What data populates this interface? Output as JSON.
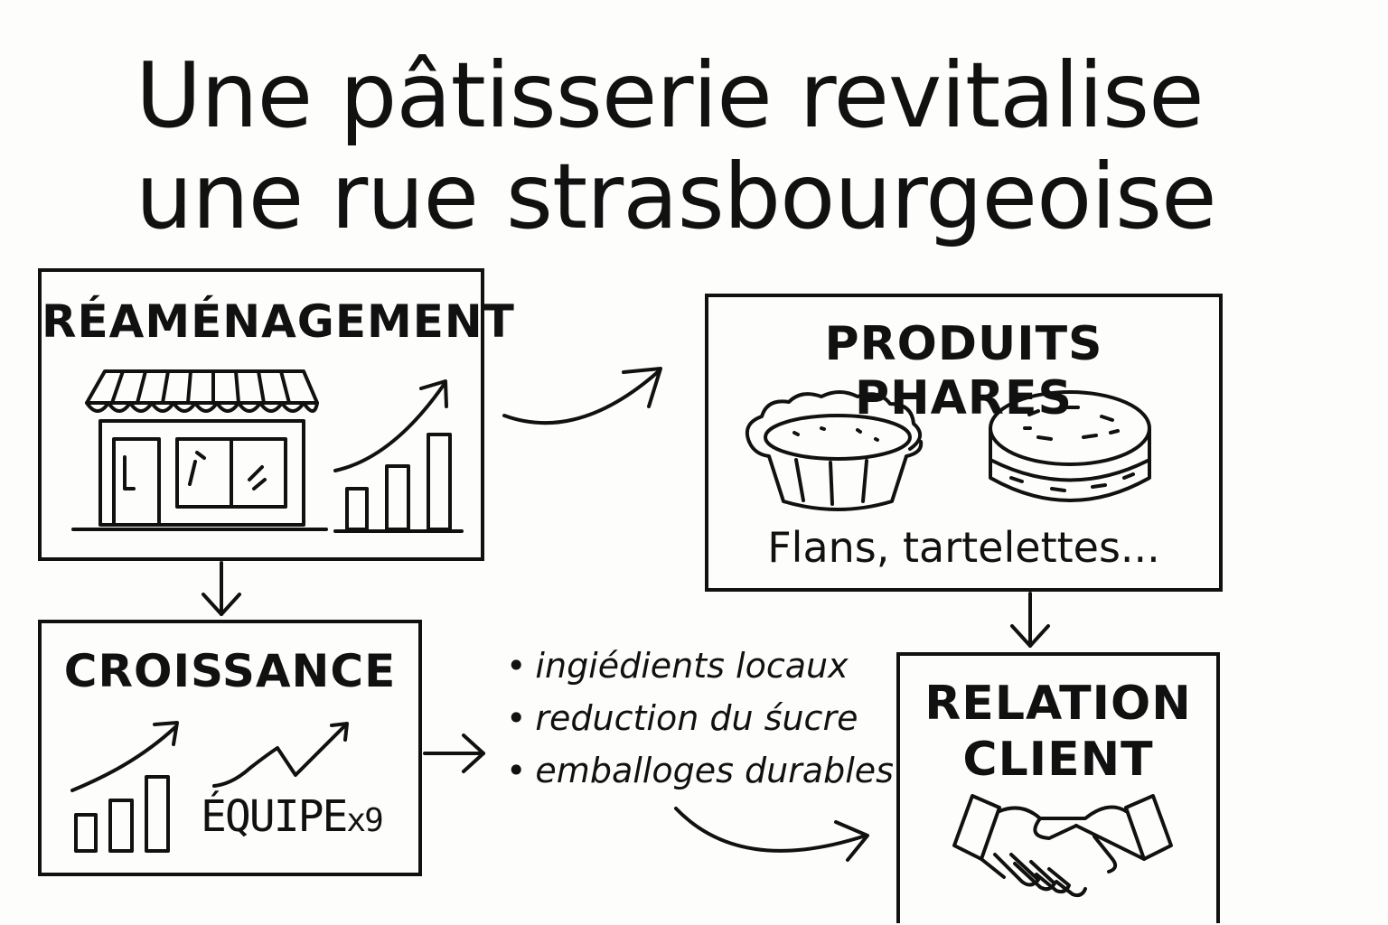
{
  "title": {
    "line1": "Une pâtisserie revitalise",
    "line2": "une rue strasbourgeoise"
  },
  "boxes": {
    "reamenagement": {
      "label": "RÉAMÉNAGEMENT"
    },
    "produits": {
      "label": "PRODUITS PHARES",
      "caption": "Flans, tartelettes..."
    },
    "croissance": {
      "label": "CROISSANCE",
      "equipe": "ÉQUIPE",
      "equipe_multiplier": "x9"
    },
    "relation": {
      "label_line1": "RELATION",
      "label_line2": "CLIENT"
    }
  },
  "bullets": [
    "ingiédients locaux",
    "reduction du śucre",
    "emballoges durables"
  ],
  "icons": {
    "shop": "storefront-icon",
    "growth": "growth-chart-icon",
    "tart": "tart-icon",
    "flan": "flan-icon",
    "handshake": "handshake-icon"
  }
}
